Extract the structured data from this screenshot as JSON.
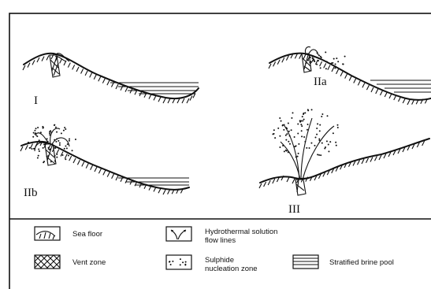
{
  "panels": [
    {
      "id": "I",
      "label": "I"
    },
    {
      "id": "IIa",
      "label": "IIa"
    },
    {
      "id": "IIb",
      "label": "IIb"
    },
    {
      "id": "III",
      "label": "III"
    }
  ],
  "legend": {
    "sea_floor": "Sea floor",
    "vent_zone": "Vent zone",
    "hydrothermal_line1": "Hydrothermal solution",
    "hydrothermal_line2": "flow lines",
    "sulphide_line1": "Sulphide",
    "sulphide_line2": "nucleation zone",
    "brine_pool": "Stratified brine pool"
  }
}
